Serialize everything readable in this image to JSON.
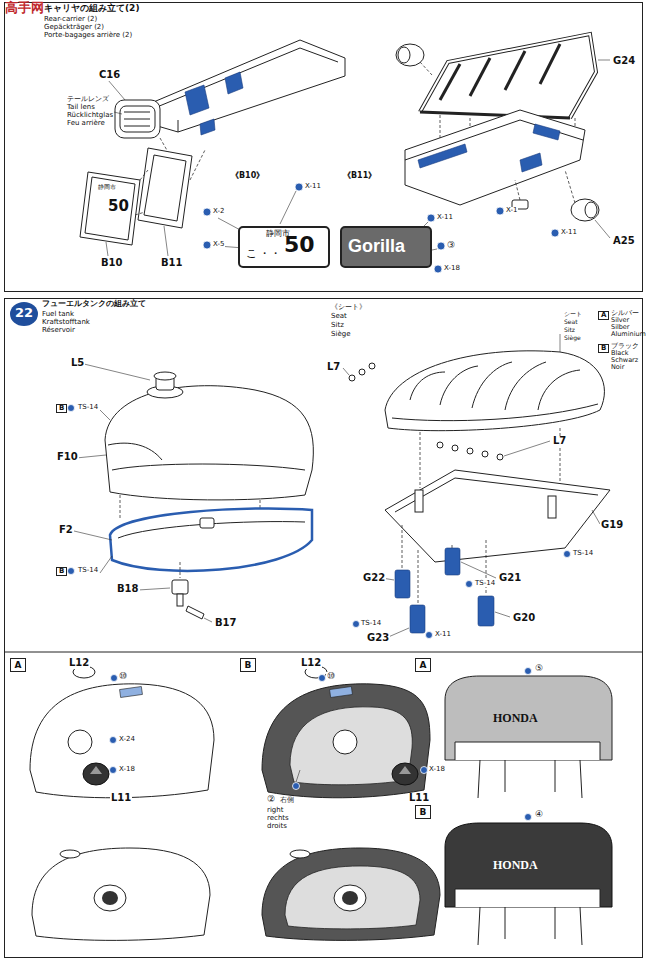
{
  "diagram": {
    "nodes": [
      {
        "text": [
          "キャリヤの組み立て(2)",
          "Rear-carrier (2)",
          "Gepäckträger (2)",
          "Porte-bagages arrière (2)"
        ]
      },
      {
        "text": [
          "静岡市",
          "こ",
          "・・",
          "50"
        ],
        "in": 0
      },
      {
        "text": [
          "Gorilla"
        ],
        "in": 0
      },
      {
        "text": [
          "フューエルタンクの組み立て",
          "Fuel tank",
          "Kraftstofftank",
          "Réservoir"
        ]
      },
      {
        "text": [
          "22"
        ],
        "in": 3
      },
      {
        "text": [
          "A"
        ],
        "in": 3
      },
      {
        "text": [
          "B"
        ],
        "in": 3
      },
      {
        "text": [
          "A"
        ],
        "in": 3
      },
      {
        "text": [
          "B"
        ],
        "in": 3
      }
    ],
    "labels": [
      "高手网",
      "テールレンズ",
      "Tail lens",
      "Rücklichtglas",
      "Feu arrière",
      "C16",
      "静岡市",
      "50",
      "B10",
      "B11",
      "《B10》",
      "《B11》",
      "X-11",
      "X-2",
      "X-5",
      "X-11",
      "③",
      "X-18",
      "G24",
      "X-1",
      "X-11",
      "A25",
      "L5",
      "B",
      "TS-14",
      "F10",
      "F2",
      "B",
      "TS-14",
      "B18",
      "B17",
      "《シート》",
      "Seat",
      "Sitz",
      "Siège",
      "シート",
      "Seat",
      "Sitz",
      "Siège",
      "A",
      "B",
      "L7",
      "L7",
      "G19",
      "TS-14",
      "G21",
      "G22",
      "TS-14",
      "G20",
      "TS-14",
      "G23",
      "X-11",
      "L12",
      "⑩",
      "X-24",
      "X-18",
      "L11",
      "L12",
      "⑩",
      "②",
      "右側",
      "right",
      "rechts",
      "droits",
      "X-18",
      "L11",
      "⑤",
      "HONDA",
      "④",
      "HONDA"
    ],
    "legend": [
      {
        "text": "シルバー Silver Silber Aluminium"
      },
      {
        "text": "ブラック Black Schwarz Noir"
      }
    ]
  }
}
